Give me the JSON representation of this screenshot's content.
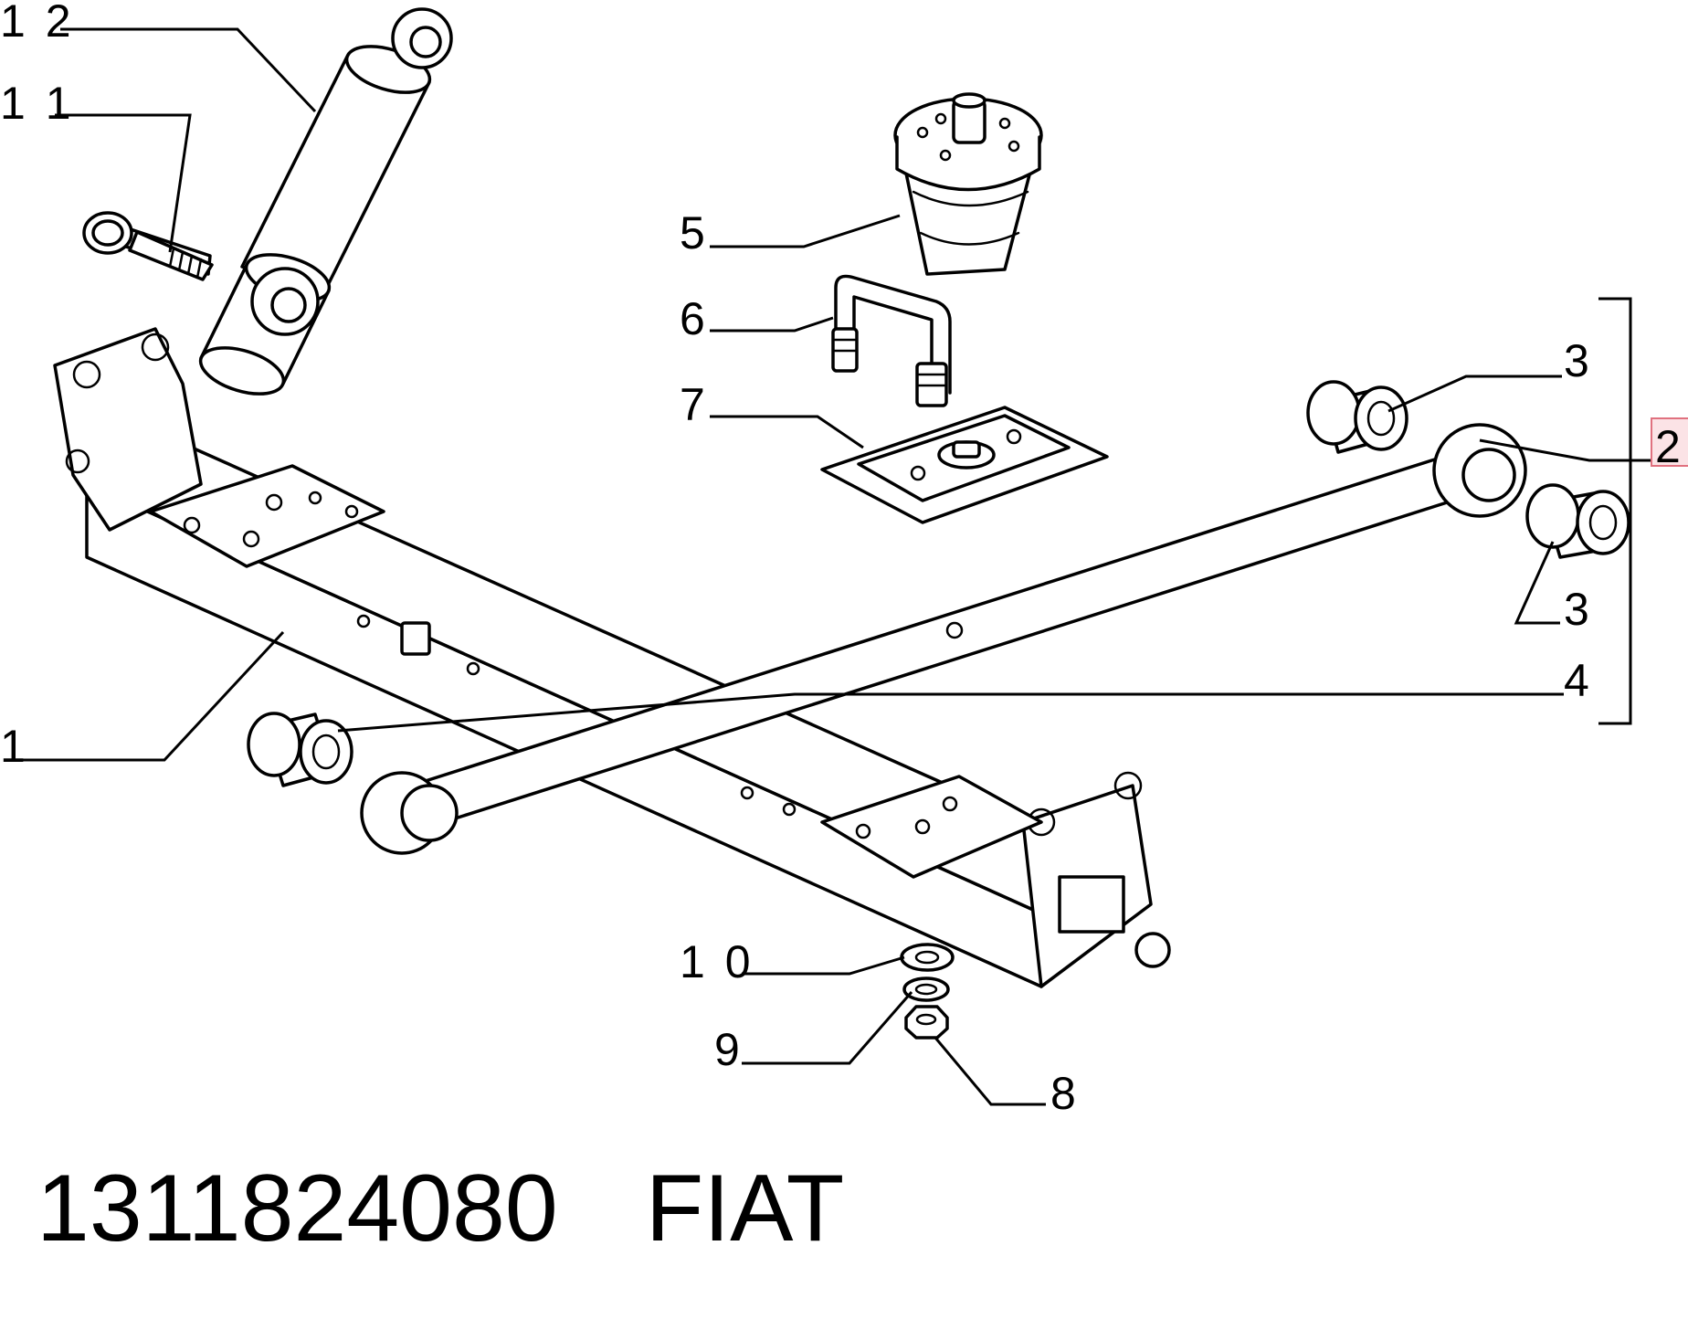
{
  "callouts": {
    "c1": "1",
    "c2": "2",
    "c3a": "3",
    "c3b": "3",
    "c4": "4",
    "c5": "5",
    "c6": "6",
    "c7": "7",
    "c8": "8",
    "c9": "9",
    "c10": "1 0",
    "c11": "1 1",
    "c12": "1 2"
  },
  "caption": {
    "part_number": "1311824080",
    "brand": "FIAT"
  },
  "colors": {
    "line": "#000000",
    "highlight_fill": "#fbe3e6",
    "highlight_stroke": "#e0717f"
  }
}
